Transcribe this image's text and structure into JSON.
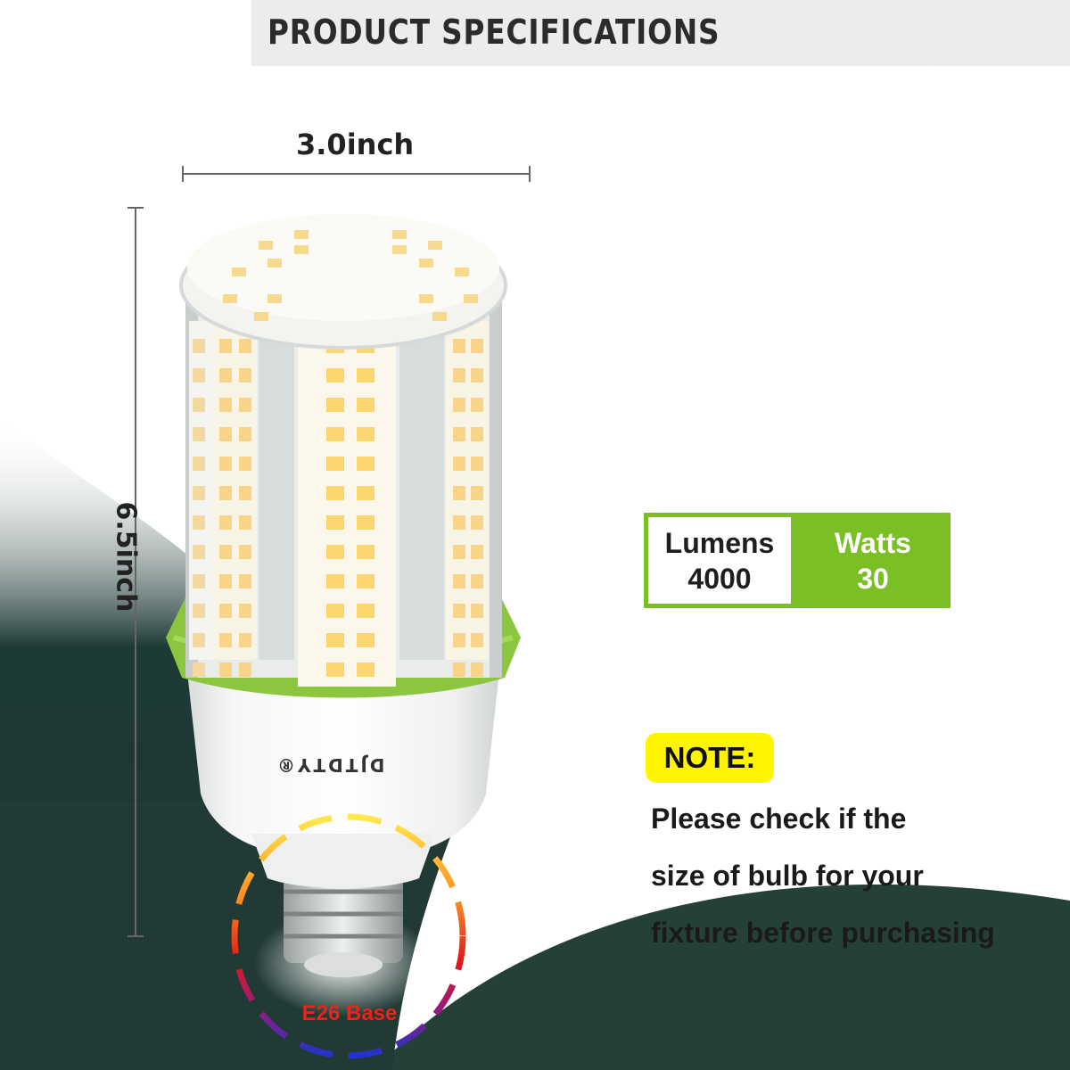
{
  "header": {
    "title": "PRODUCT SPECIFICATIONS",
    "accent_color": "#8cc63f"
  },
  "dimensions": {
    "width_label": "3.0inch",
    "height_label": "6.5inch"
  },
  "product": {
    "brand": "DJTDTY®",
    "base_label": "E26 Base",
    "collar_color": "#8cc63f"
  },
  "specs": {
    "lumens_label": "Lumens",
    "lumens_value": "4000",
    "watts_label": "Watts",
    "watts_value": "30",
    "accent_color": "#7bbf27"
  },
  "note": {
    "badge": "NOTE:",
    "lines": [
      "Please check if the",
      "size of bulb for your",
      "fixture before purchasing"
    ],
    "badge_color": "#fff500"
  }
}
